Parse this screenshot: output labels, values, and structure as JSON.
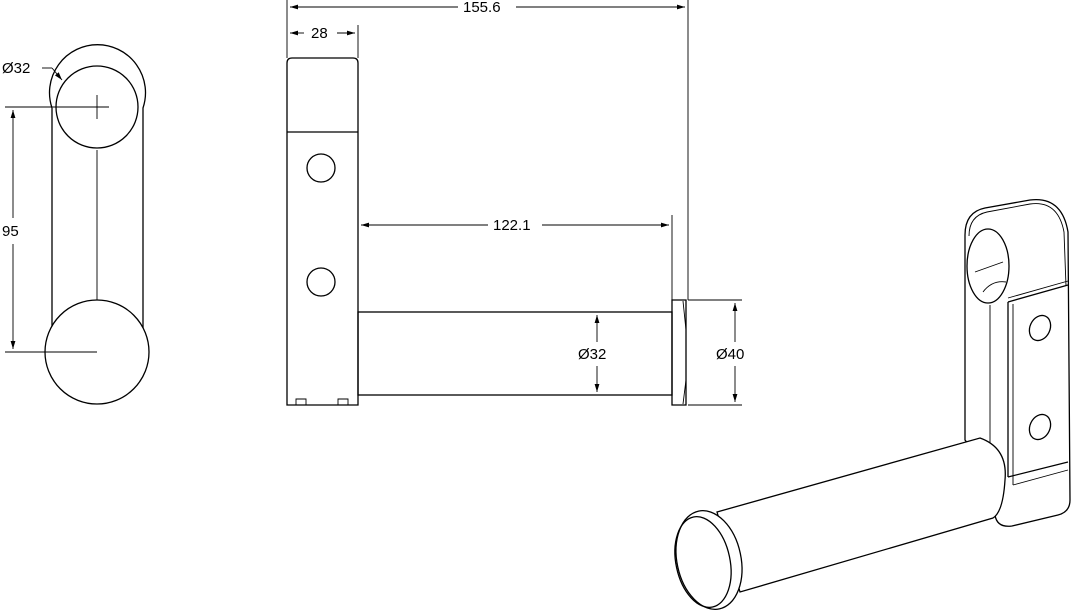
{
  "drawing": {
    "side_view": {
      "diameter_label": "Ø32",
      "height_label": "95"
    },
    "front_view": {
      "overall_length_label": "155.6",
      "plate_thickness_label": "28",
      "pipe_length_label": "122.1",
      "pipe_diameter_label": "Ø32",
      "cap_diameter_label": "Ø40"
    },
    "line_color": "#000000",
    "background_color": "#ffffff"
  }
}
